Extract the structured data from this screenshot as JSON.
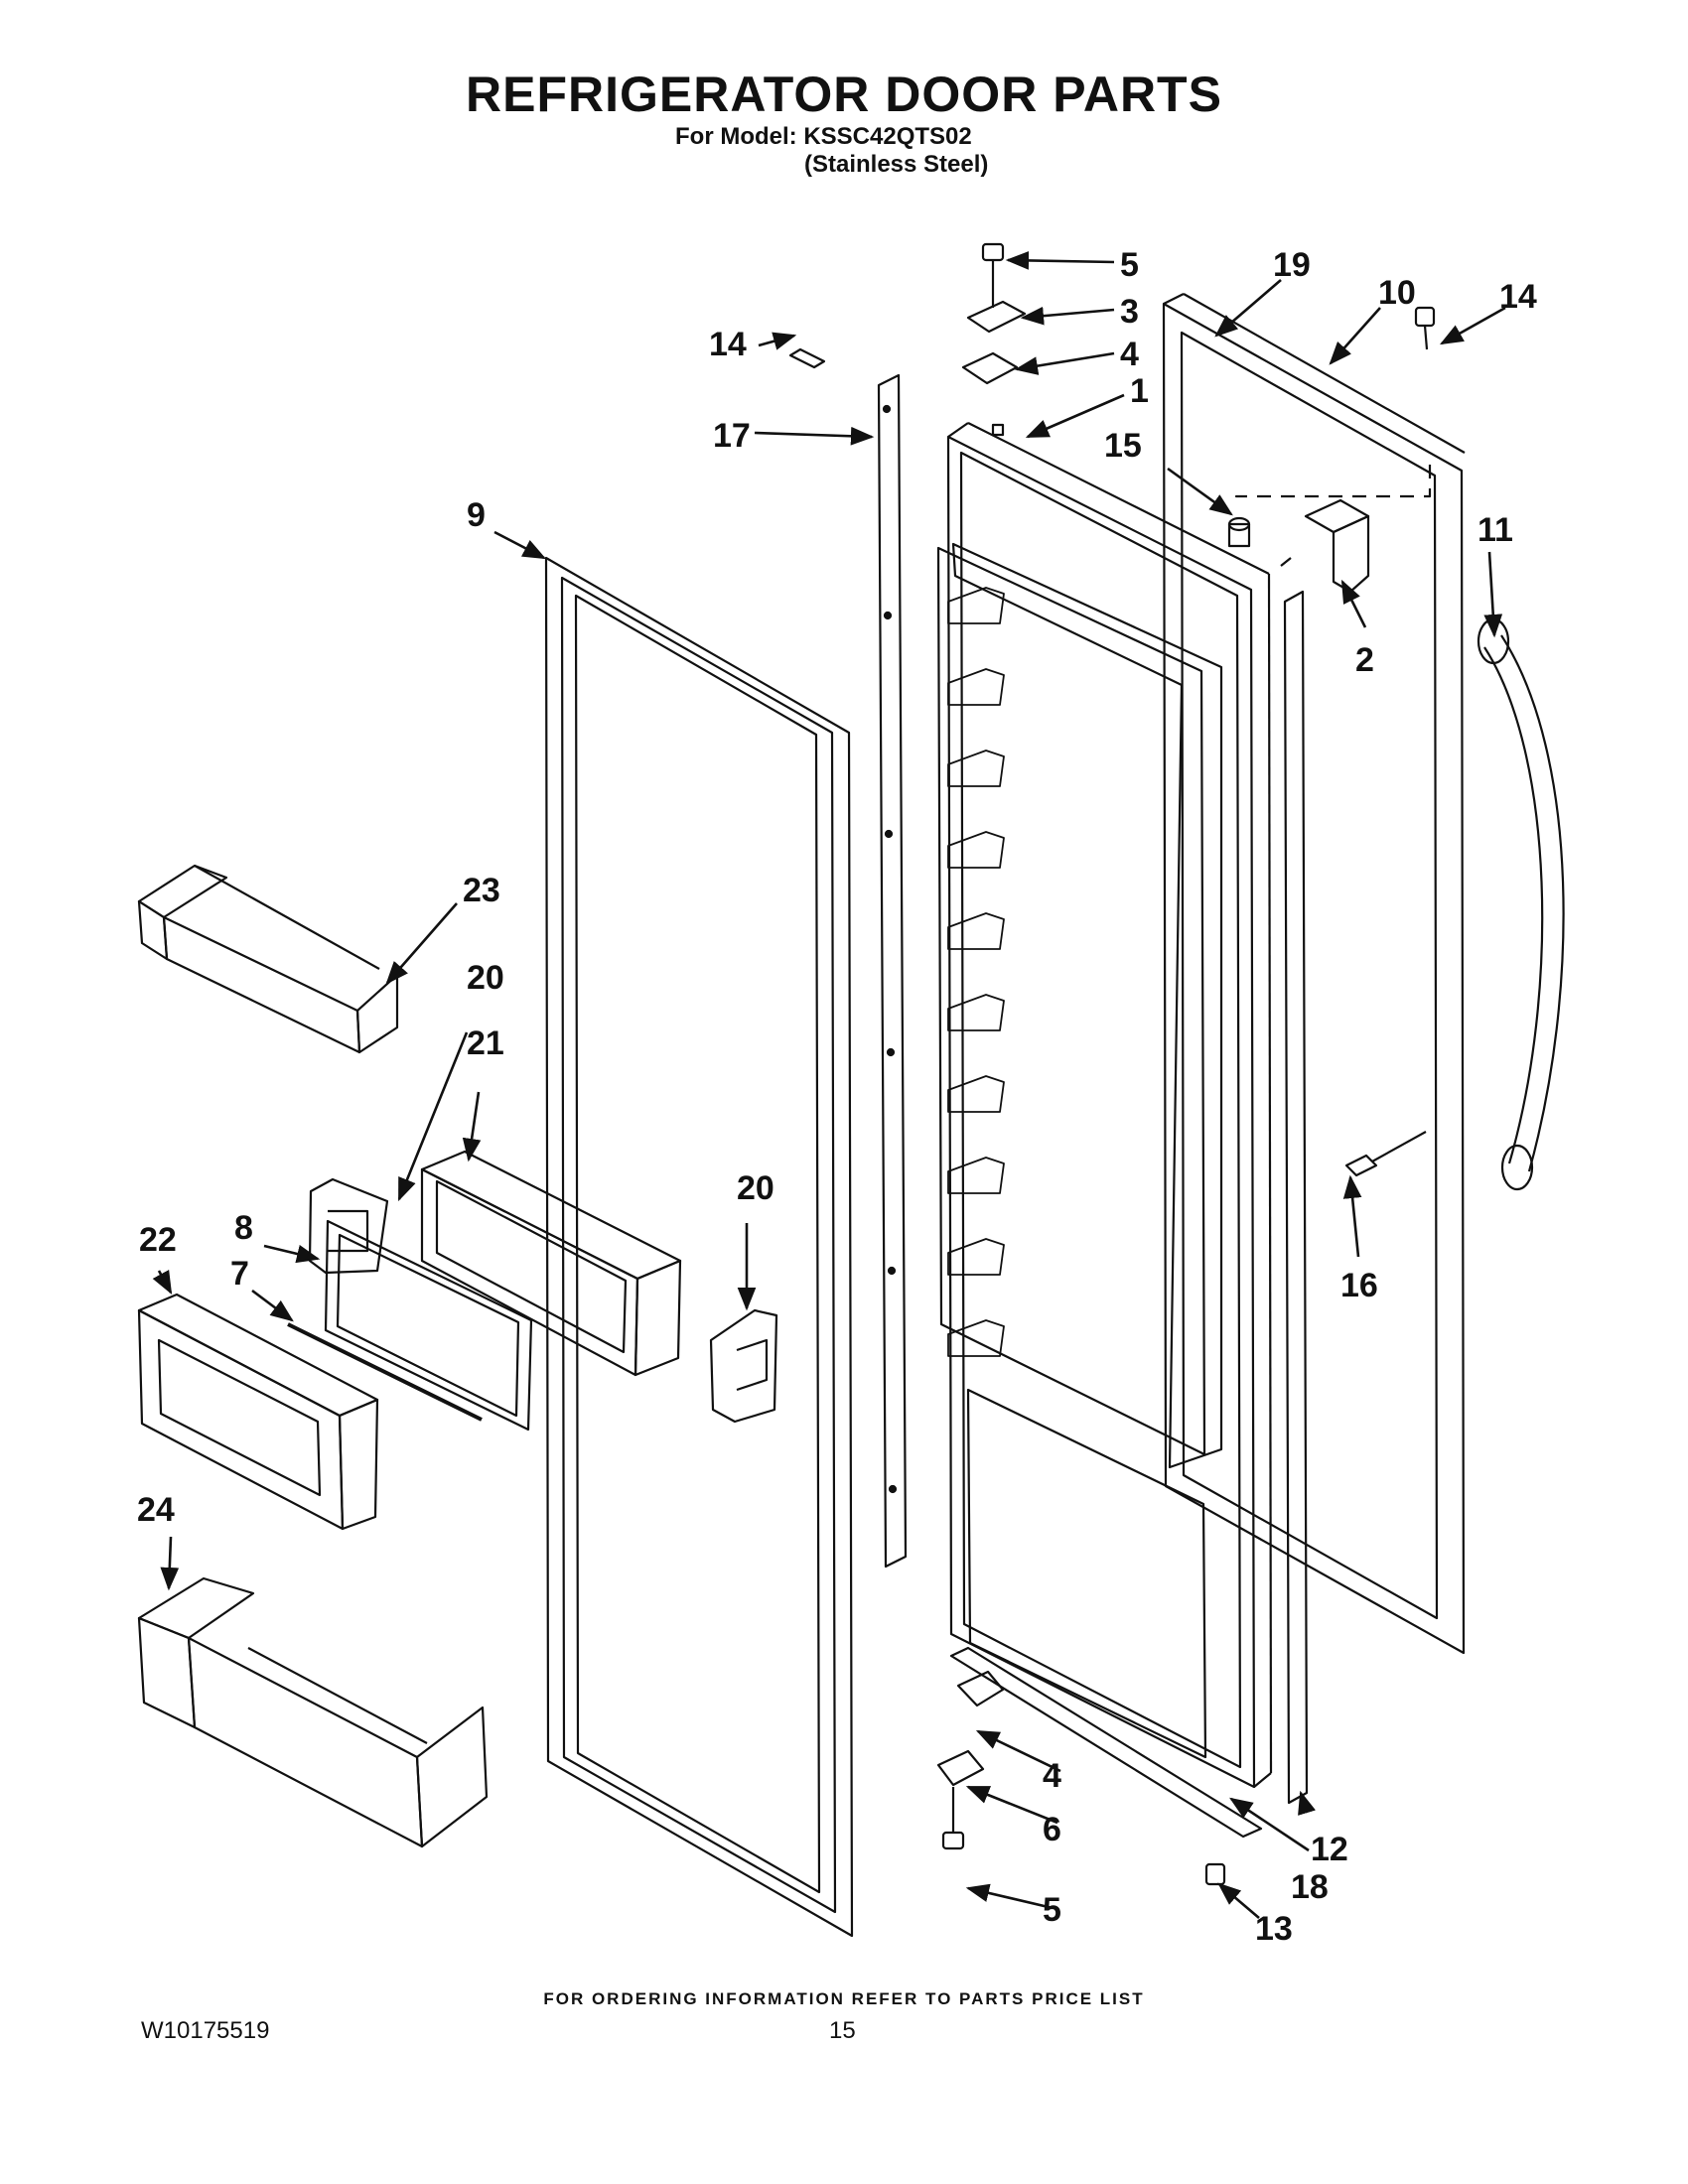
{
  "header": {
    "title": "REFRIGERATOR DOOR PARTS",
    "model_line": "For Model: KSSC42QTS02",
    "finish_line": "(Stainless Steel)"
  },
  "callouts": {
    "c1": "1",
    "c2": "2",
    "c3": "3",
    "c4_top": "4",
    "c4_bottom": "4",
    "c5_top": "5",
    "c5_bottom": "5",
    "c6": "6",
    "c7": "7",
    "c8": "8",
    "c9": "9",
    "c10": "10",
    "c11": "11",
    "c12": "12",
    "c13": "13",
    "c14_left": "14",
    "c14_right": "14",
    "c15": "15",
    "c16": "16",
    "c17": "17",
    "c18": "18",
    "c19": "19",
    "c20_left": "20",
    "c20_right": "20",
    "c21": "21",
    "c22": "22",
    "c23": "23",
    "c24": "24"
  },
  "footer": {
    "ordering_note": "FOR ORDERING INFORMATION REFER TO PARTS PRICE LIST",
    "document_number": "W10175519",
    "page_number": "15"
  }
}
